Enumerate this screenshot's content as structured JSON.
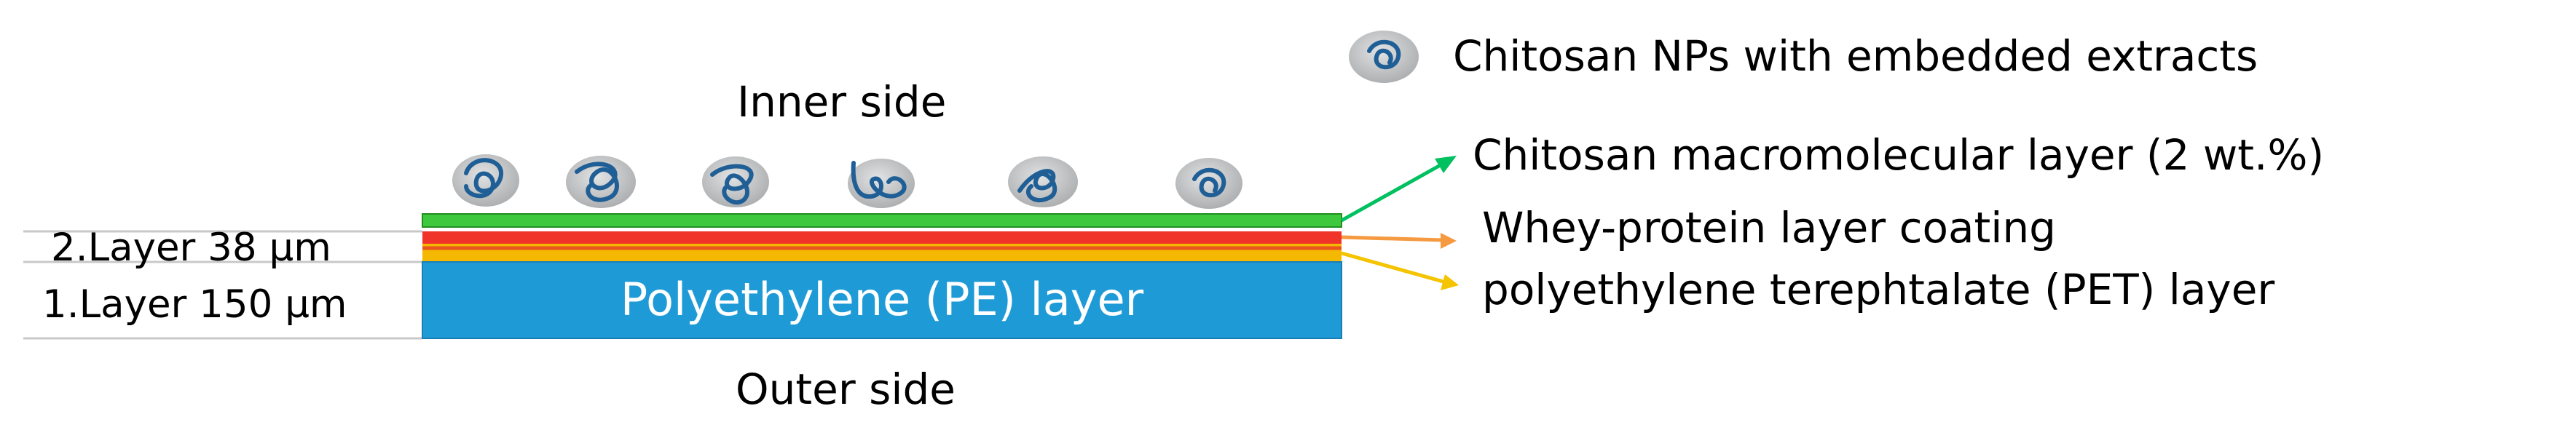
{
  "labels": {
    "inner_side": "Inner side",
    "outer_side": "Outer side",
    "layer2": "2.Layer 38 μm",
    "layer1": "1.Layer 150 μm",
    "pe_layer": "Polyethylene (PE) layer",
    "legend_nps": "Chitosan NPs with embedded extracts",
    "chitosan_layer": "Chitosan macromolecular layer (2 wt.%)",
    "whey_layer": "Whey-protein layer coating",
    "pet_layer": "polyethylene terephtalate (PET) layer"
  },
  "colors": {
    "chitosan_layer": "#3ec83e",
    "whey_layer": "#f0342a",
    "pet_layer": "#f5b800",
    "pe_layer": "#1e9bd7",
    "np_fill": "#c4c6c8",
    "np_strand": "#1f5f96",
    "arrow_green": "#00c060",
    "arrow_orange": "#f59a40",
    "arrow_yellow": "#f5c400"
  },
  "nanoparticle_count": 6
}
